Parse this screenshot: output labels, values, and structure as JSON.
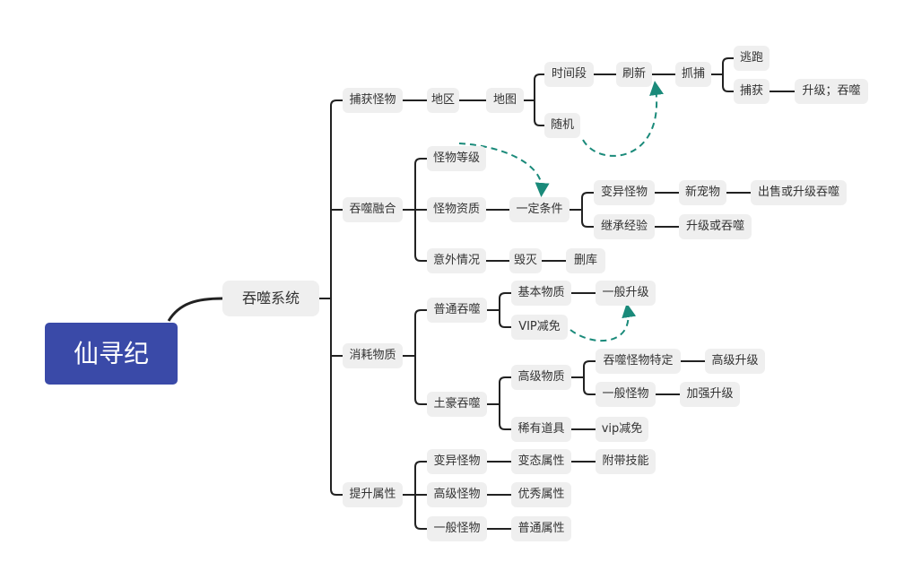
{
  "root": "仙寻纪",
  "main": "吞噬系统",
  "accent_color": "#3a4aa8",
  "relation_color": "#1a8a7a",
  "nodes": {
    "capture": "捕获怪物",
    "region": "地区",
    "map": "地图",
    "timeslot": "时间段",
    "random": "随机",
    "refresh": "刷新",
    "catch": "抓捕",
    "escape": "逃跑",
    "captured": "捕获",
    "upgrade_devour": "升级；吞噬",
    "fusion": "吞噬融合",
    "monster_level": "怪物等级",
    "monster_quality": "怪物资质",
    "accident": "意外情况",
    "condition": "一定条件",
    "destroy": "毁灭",
    "delete": "删库",
    "mutant": "变异怪物",
    "inherit_exp": "继承经验",
    "new_pet": "新宠物",
    "sell_or_upgrade": "出售或升级吞噬",
    "upgrade_or_devour": "升级或吞噬",
    "consume": "消耗物质",
    "normal_devour": "普通吞噬",
    "rich_devour": "土豪吞噬",
    "basic_material": "基本物质",
    "vip_discount": "VIP减免",
    "normal_upgrade": "一般升级",
    "advanced_material": "高级物质",
    "rare_item": "稀有道具",
    "devour_specific": "吞噬怪物特定",
    "normal_monster_b": "一般怪物",
    "advanced_upgrade": "高级升级",
    "enhanced_upgrade": "加强升级",
    "vip_discount_2": "vip减免",
    "boost": "提升属性",
    "mutant_2": "变异怪物",
    "advanced_monster": "高级怪物",
    "normal_monster": "一般怪物",
    "abnormal_attr": "变态属性",
    "skill": "附带技能",
    "excellent_attr": "优秀属性",
    "normal_attr": "普通属性"
  }
}
